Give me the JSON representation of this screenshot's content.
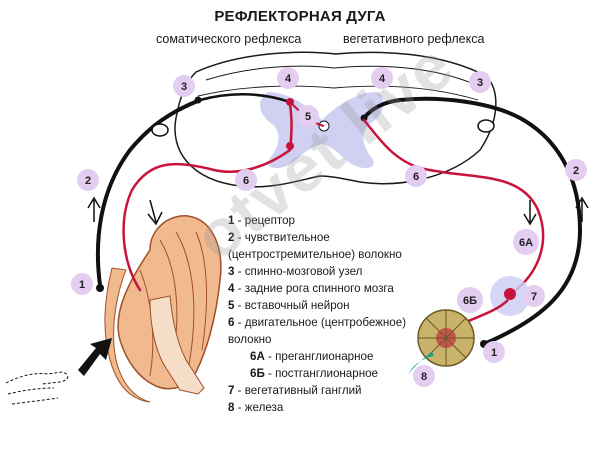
{
  "title": "РЕФЛЕКТОРНАЯ ДУГА",
  "subtitle_left": "соматического рефлекса",
  "subtitle_right": "вегетативного рефлекса",
  "labels": {
    "l1": "1",
    "l2": "2",
    "l3": "3",
    "l4": "4",
    "l5": "5",
    "l6": "6",
    "r1": "1",
    "r2": "2",
    "r3": "3",
    "r4": "4",
    "r6": "6",
    "r6a": "6А",
    "r6b": "6Б",
    "r7": "7",
    "r8": "8"
  },
  "legend": [
    {
      "num": "1",
      "text": " - рецептор"
    },
    {
      "num": "2",
      "text": " - чувствительное (центростремительное) волокно"
    },
    {
      "num": "3",
      "text": " - спинно-мозговой узел"
    },
    {
      "num": "4",
      "text": " - задние рога спинного мозга"
    },
    {
      "num": "5",
      "text": " - вставочный нейрон"
    },
    {
      "num": "6",
      "text": " - двигательное (центробежное) волокно"
    },
    {
      "num": "6А",
      "text": " - преганглионарное",
      "indent": true
    },
    {
      "num": "6Б",
      "text": " - постганглионарное",
      "indent": true
    },
    {
      "num": "7",
      "text": " - вегетативный ганглий"
    },
    {
      "num": "8",
      "text": " - железа"
    }
  ],
  "watermark": "otvet live",
  "colors": {
    "fiber_motor": "#c8143c",
    "fiber_sensory": "#111111",
    "badge": "#e3cdf0",
    "grey_matter": "#cfd0f2",
    "muscle": "#f0b98e",
    "gland": "#c9b36a"
  }
}
